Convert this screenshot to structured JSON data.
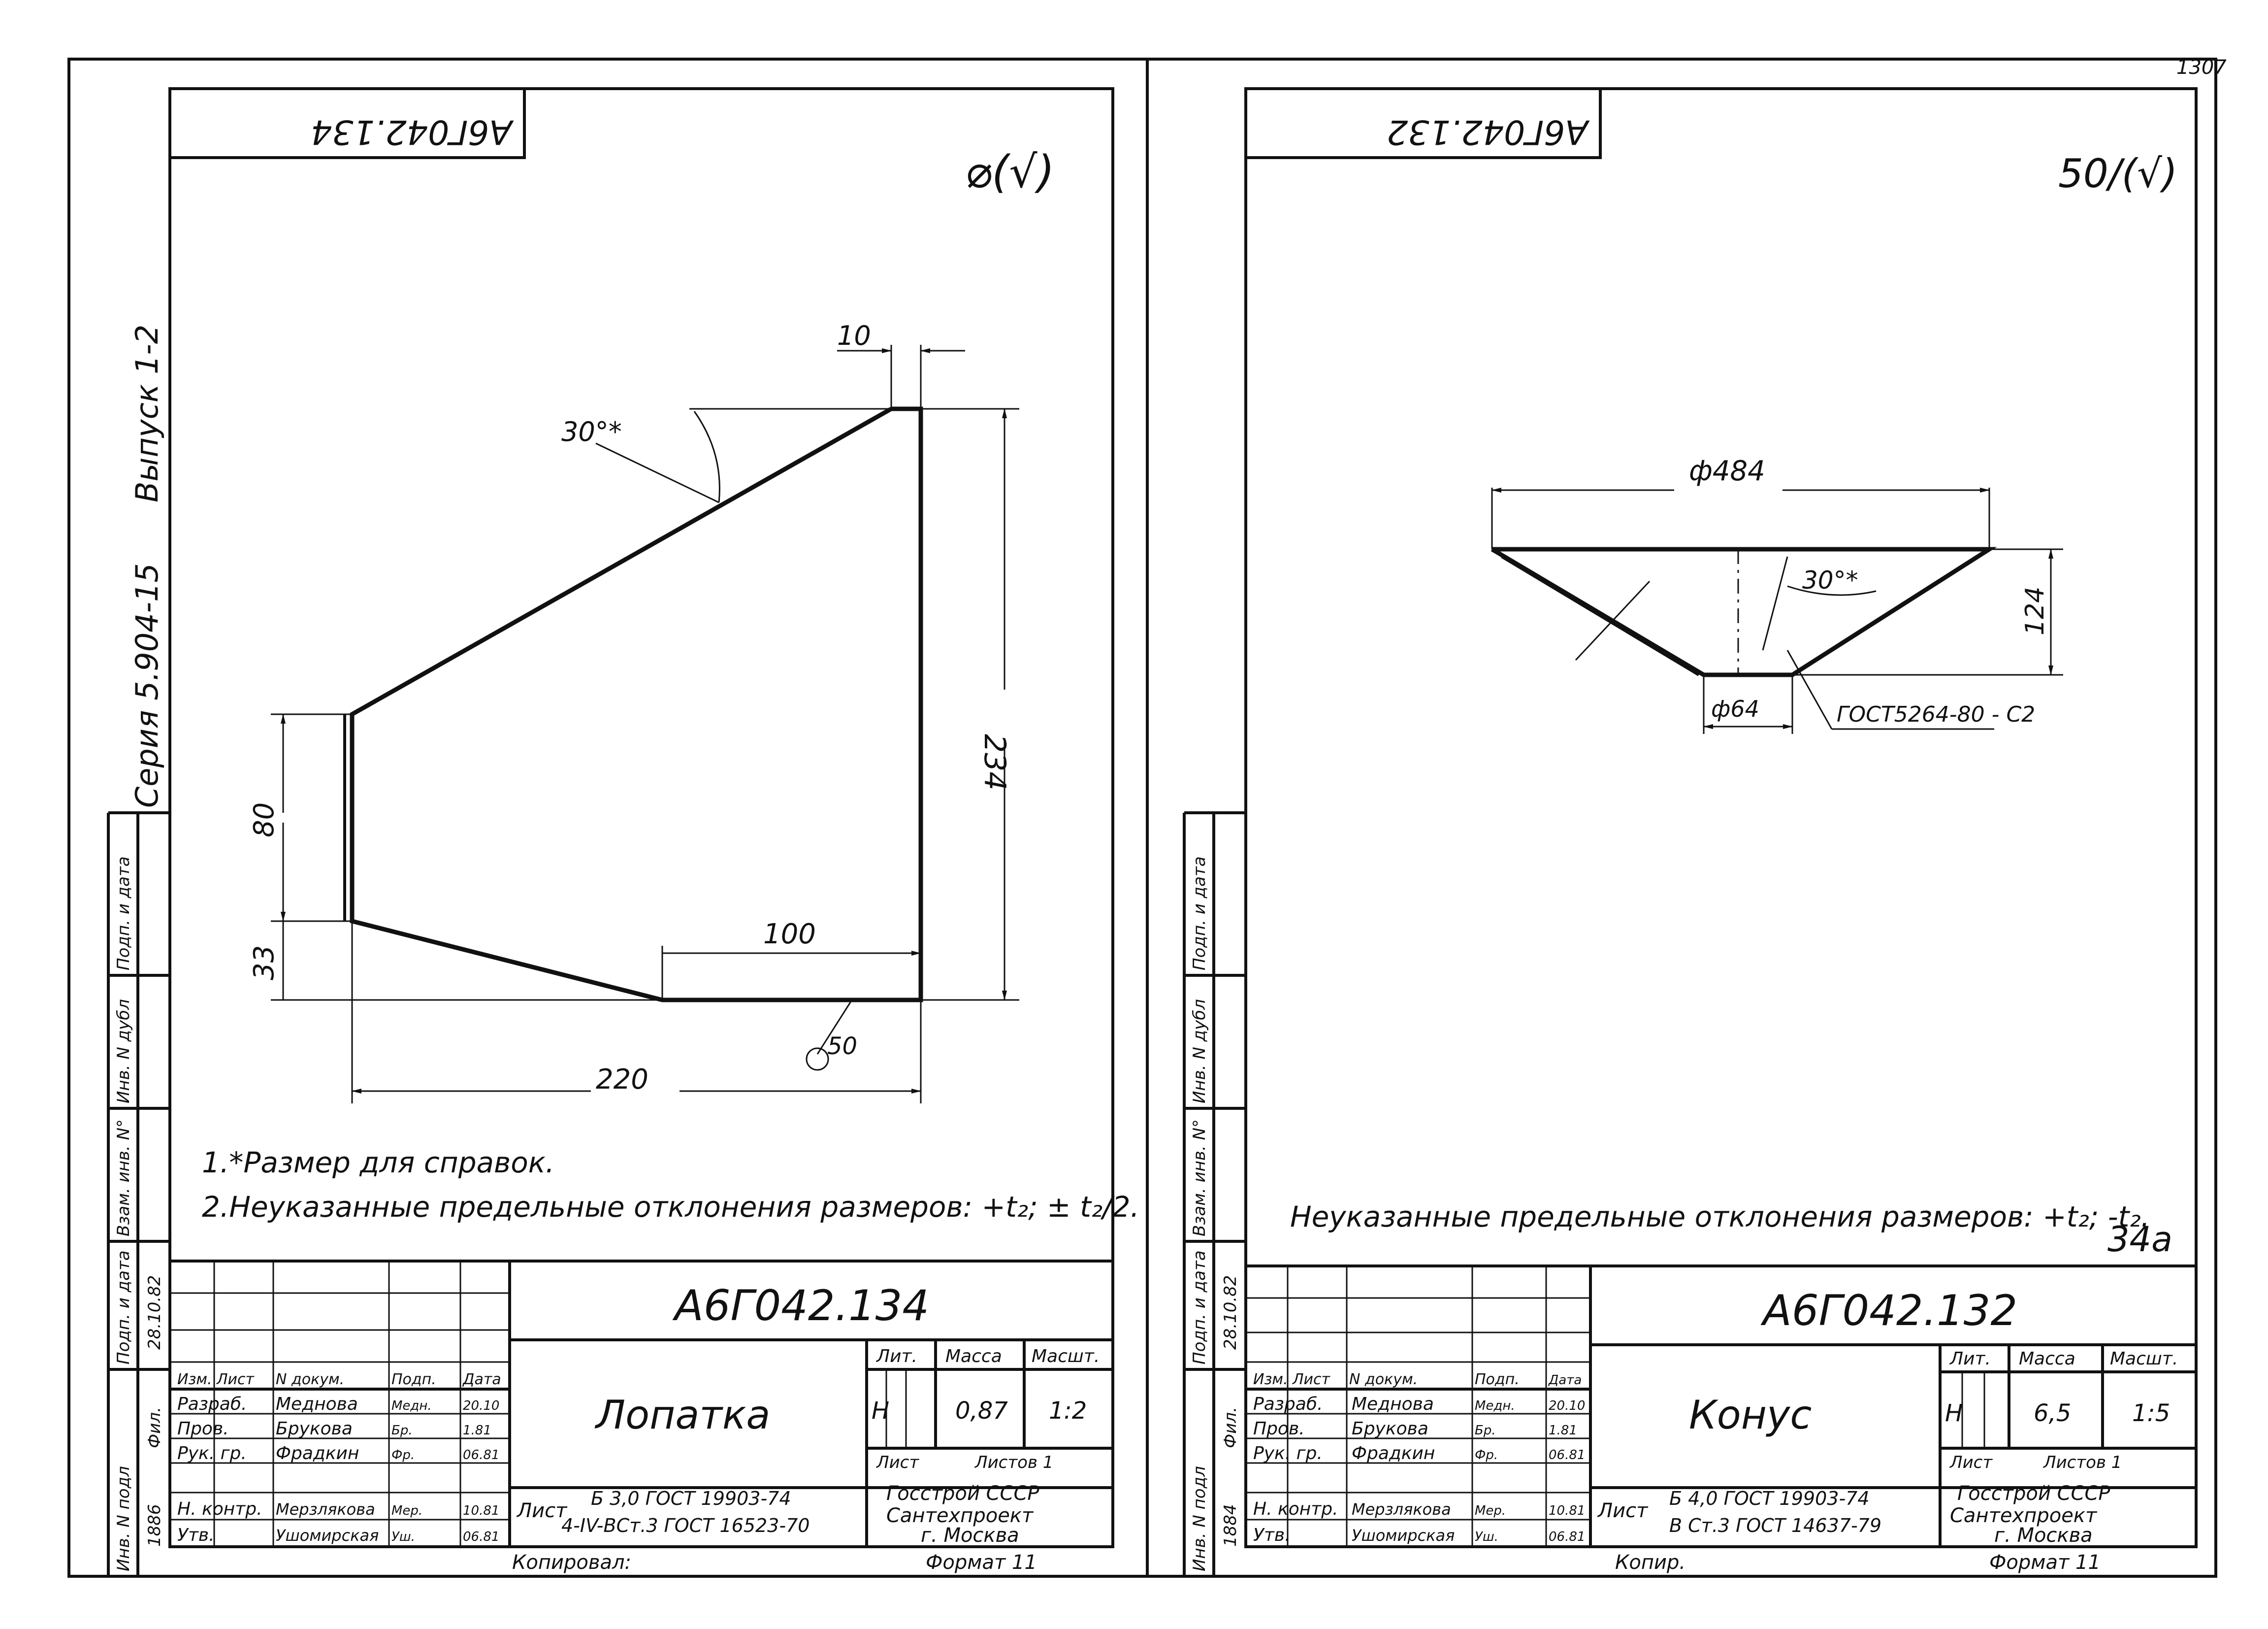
{
  "page_number": "1307",
  "page_label": "34а",
  "series": "Серия  5.904-15",
  "issue": "Выпуск 1-2",
  "side_stamp": {
    "inv_podl": "Инв. N подл",
    "podp_data": "Подп. и дата",
    "vzam": "Взам. инв. N°",
    "inv_dubl": "Инв. N дубл",
    "podp_data2": "Подп. и дата"
  },
  "left_sheet": {
    "rotated_code": "А6Г042.134",
    "roughness": "⌀(√)",
    "dims": {
      "d10": "10",
      "angle": "30°*",
      "d234": "234",
      "d80": "80",
      "d33": "33",
      "d100": "100",
      "d220": "220",
      "weld": "50"
    },
    "notes": [
      "1.*Размер для справок.",
      "2.Неуказанные предельные отклонения размеров: +t₂; ± t₂/2."
    ],
    "stamp_sign": "Фил.",
    "stamp_date": "28.10.82",
    "stamp_year": "1886",
    "title_block": {
      "code": "А6Г042.134",
      "name": "Лопатка",
      "lit_header": "Лит.",
      "mass_header": "Масса",
      "scale_header": "Масшт.",
      "lit": "Н",
      "mass": "0,87",
      "scale": "1:2",
      "sheet": "Лист",
      "sheets": "Листов 1",
      "material_prefix": "Лист",
      "material_1": "Б 3,0 ГОСТ 19903-74",
      "material_2": "4-IV-ВСт.3 ГОСТ 16523-70",
      "org_1": "Госстрой СССР",
      "org_2": "Сантехпроект",
      "org_3": "г. Москва",
      "copied": "Копировал:",
      "format": "Формат 11",
      "rows": [
        {
          "role": "Изм.",
          "name": "Лист",
          "doc": "N докум.",
          "sign": "Подп.",
          "date": "Дата"
        },
        {
          "role": "Разраб.",
          "name": "Меднова",
          "doc": "",
          "sign": "Медн.",
          "date": "20.10"
        },
        {
          "role": "Пров.",
          "name": "Брукова",
          "doc": "",
          "sign": "Бр.",
          "date": "1.81"
        },
        {
          "role": "Рук. гр.",
          "name": "Фрадкин",
          "doc": "",
          "sign": "Фр.",
          "date": "06.81"
        },
        {
          "role": "",
          "name": "",
          "doc": "",
          "sign": "",
          "date": ""
        },
        {
          "role": "Н. контр.",
          "name": "Мерзлякова",
          "doc": "",
          "sign": "Мер.",
          "date": "10.81"
        },
        {
          "role": "Утв.",
          "name": "Ушомирская",
          "doc": "",
          "sign": "Уш.",
          "date": "06.81"
        }
      ]
    }
  },
  "right_sheet": {
    "rotated_code": "А6Г042.132",
    "roughness": "50/(√)",
    "dims": {
      "d484": "ф484",
      "d124": "124",
      "angle": "30°*",
      "d64": "ф64",
      "weld_ref": "ГОСТ5264-80 - С2"
    },
    "note": "Неуказанные предельные отклонения размеров: +t₂; -t₂.",
    "stamp_sign": "Фил.",
    "stamp_date": "28.10.82",
    "stamp_year": "1884",
    "title_block": {
      "code": "А6Г042.132",
      "name": "Конус",
      "lit_header": "Лит.",
      "mass_header": "Масса",
      "scale_header": "Масшт.",
      "lit": "Н",
      "mass": "6,5",
      "scale": "1:5",
      "sheet": "Лист",
      "sheets": "Листов 1",
      "material_prefix": "Лист",
      "material_1": "Б 4,0 ГОСТ 19903-74",
      "material_2": "В Ст.3 ГОСТ 14637-79",
      "org_1": "Госстрой СССР",
      "org_2": "Сантехпроект",
      "org_3": "г. Москва",
      "copied": "Копир.",
      "format": "Формат 11",
      "rows": [
        {
          "role": "Изм.",
          "name": "Лист",
          "doc": "N докум.",
          "sign": "Подп.",
          "date": "Дата"
        },
        {
          "role": "Разраб.",
          "name": "Меднова",
          "doc": "",
          "sign": "Медн.",
          "date": "20.10"
        },
        {
          "role": "Пров.",
          "name": "Брукова",
          "doc": "",
          "sign": "Бр.",
          "date": "1.81"
        },
        {
          "role": "Рук. гр.",
          "name": "Фрадкин",
          "doc": "",
          "sign": "Фр.",
          "date": "06.81"
        },
        {
          "role": "",
          "name": "",
          "doc": "",
          "sign": "",
          "date": ""
        },
        {
          "role": "Н. контр.",
          "name": "Мерзлякова",
          "doc": "",
          "sign": "Мер.",
          "date": "10.81"
        },
        {
          "role": "Утв.",
          "name": "Ушомирская",
          "doc": "",
          "sign": "Уш.",
          "date": "06.81"
        }
      ]
    }
  }
}
